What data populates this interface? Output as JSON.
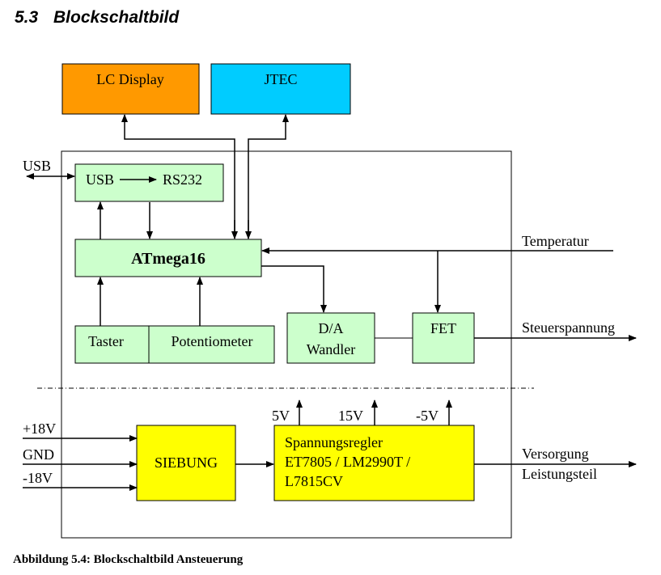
{
  "heading": {
    "number": "5.3",
    "title": "Blockschaltbild"
  },
  "caption": "Abbildung 5.4: Blockschaltbild Ansteuerung",
  "colors": {
    "orange": "#FF9900",
    "cyan": "#00CCFF",
    "light_green": "#CCFFCC",
    "yellow": "#FFFF00",
    "line": "#000000"
  },
  "blocks": {
    "lc_display": "LC Display",
    "jtec": "JTEC",
    "usb_rs232": {
      "left": "USB",
      "right": "RS232"
    },
    "atmega": "ATmega16",
    "taster": "Taster",
    "potentiometer": "Potentiometer",
    "da_line1": "D/A",
    "da_line2": "Wandler",
    "fet": "FET",
    "siebung": "SIEBUNG",
    "regler_line1": "Spannungsregler",
    "regler_line2": "ET7805 / LM2990T /",
    "regler_line3": "L7815CV"
  },
  "signals": {
    "usb": "USB",
    "temperatur": "Temperatur",
    "steuerspannung": "Steuerspannung",
    "plus18": "+18V",
    "gnd": "GND",
    "minus18": "-18V",
    "out5v": "5V",
    "out15v": "15V",
    "outm5v": "-5V",
    "versorgung": "Versorgung",
    "leistungsteil": "Leistungsteil"
  }
}
